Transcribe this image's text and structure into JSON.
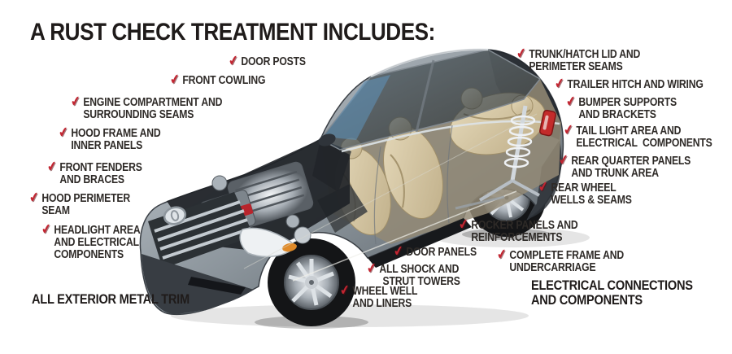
{
  "title": "A RUST CHECK TREATMENT INCLUDES:",
  "icons": {
    "check": "✔"
  },
  "colors": {
    "check_red": "#c22531",
    "label_text": "#2e2a27",
    "title_text": "#1f1b1a",
    "tail_light_red": "#c32b2b"
  },
  "illustration": {
    "name": "cutaway-sedan-rustproofing-diagram"
  },
  "labels": {
    "door_posts": {
      "lines": [
        "DOOR POSTS"
      ]
    },
    "front_cowling": {
      "lines": [
        "FRONT COWLING"
      ]
    },
    "engine_compartment": {
      "lines": [
        "ENGINE COMPARTMENT AND",
        "SURROUNDING SEAMS"
      ]
    },
    "hood_frame": {
      "lines": [
        "HOOD FRAME AND",
        "INNER PANELS"
      ]
    },
    "front_fenders": {
      "lines": [
        "FRONT FENDERS",
        "AND BRACES"
      ]
    },
    "hood_perimeter": {
      "lines": [
        "HOOD PERIMETER",
        "SEAM"
      ]
    },
    "headlight_area": {
      "lines": [
        "HEADLIGHT AREA",
        "AND ELECTRICAL",
        "COMPONENTS"
      ]
    },
    "all_exterior": {
      "lines": [
        "ALL EXTERIOR METAL TRIM"
      ]
    },
    "trunk_hatch": {
      "lines": [
        "TRUNK/HATCH LID AND",
        "PERIMETER SEAMS"
      ]
    },
    "trailer_hitch": {
      "lines": [
        "TRAILER HITCH AND WIRING"
      ]
    },
    "bumper_supports": {
      "lines": [
        "BUMPER SUPPORTS",
        "AND BRACKETS"
      ]
    },
    "tail_light": {
      "lines": [
        "TAIL LIGHT AREA AND",
        "ELECTRICAL  COMPONENTS"
      ]
    },
    "rear_quarter": {
      "lines": [
        "REAR QUARTER PANELS",
        "AND TRUNK AREA"
      ]
    },
    "rear_wheel_wells": {
      "lines": [
        "REAR WHEEL",
        "WELLS & SEAMS"
      ]
    },
    "rocker_panels": {
      "lines": [
        "ROCKER PANELS AND",
        "REINFORCEMENTS"
      ]
    },
    "complete_frame": {
      "lines": [
        "COMPLETE FRAME AND",
        "UNDERCARRIAGE"
      ]
    },
    "electrical_conn": {
      "lines": [
        "ELECTRICAL CONNECTIONS",
        "AND COMPONENTS"
      ]
    },
    "door_panels": {
      "lines": [
        "DOOR PANELS"
      ]
    },
    "shock_towers": {
      "lines": [
        "ALL SHOCK AND",
        "STRUT TOWERS"
      ]
    },
    "wheel_well": {
      "lines": [
        "WHEEL WELL",
        "AND LINERS"
      ]
    }
  }
}
